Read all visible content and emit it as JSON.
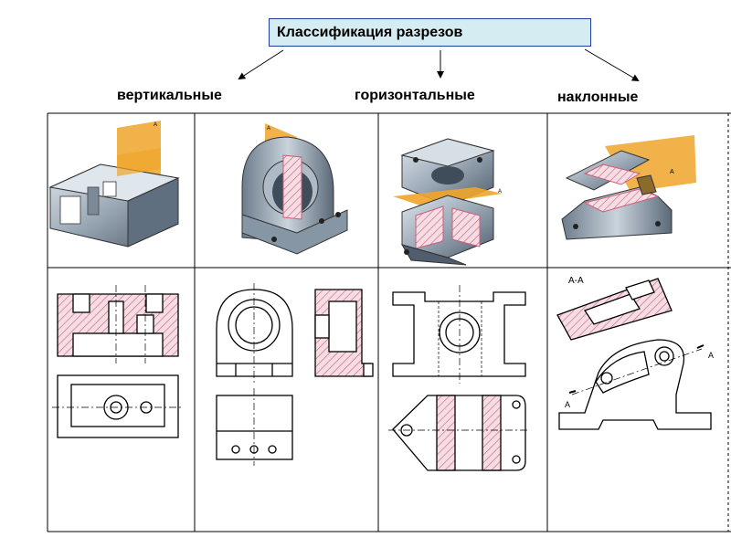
{
  "title": "Классификация  разрезов",
  "categories": {
    "vertical": "вертикальные",
    "horizontal": "горизонтальные",
    "inclined": "наклонные"
  },
  "annotations": {
    "section_label": "А-А",
    "cut_mark": "А",
    "plane_mark": "А"
  },
  "colors": {
    "title_bg": "#d6ecf3",
    "title_border": "#1f3f9f",
    "cut_plane": "#f0a52a",
    "hatch": "#c8607a",
    "hatch_fill": "#f6dde4",
    "metal_light": "#c3cdd6",
    "metal_dark": "#5f6f80"
  }
}
